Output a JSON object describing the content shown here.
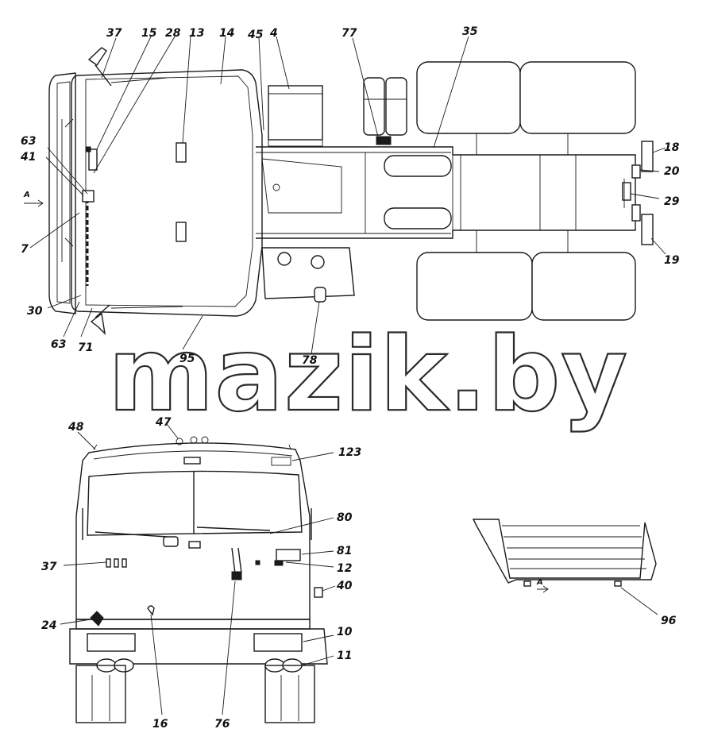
{
  "diagram": {
    "watermark": "mazik.by",
    "view_marker_label": "А",
    "labels": {
      "l37a": "37",
      "l15": "15",
      "l28": "28",
      "l13": "13",
      "l14": "14",
      "l45": "45",
      "l4": "4",
      "l77": "77",
      "l35": "35",
      "l63a": "63",
      "l41": "41",
      "l7": "7",
      "l30": "30",
      "l63b": "63",
      "l71": "71",
      "l95": "95",
      "l78": "78",
      "l18": "18",
      "l20": "20",
      "l29": "29",
      "l19": "19",
      "l48": "48",
      "l47": "47",
      "l123": "123",
      "l80": "80",
      "l81": "81",
      "l12": "12",
      "l37b": "37",
      "l40": "40",
      "l24": "24",
      "l10": "10",
      "l11": "11",
      "l16": "16",
      "l76": "76",
      "l96": "96"
    }
  }
}
